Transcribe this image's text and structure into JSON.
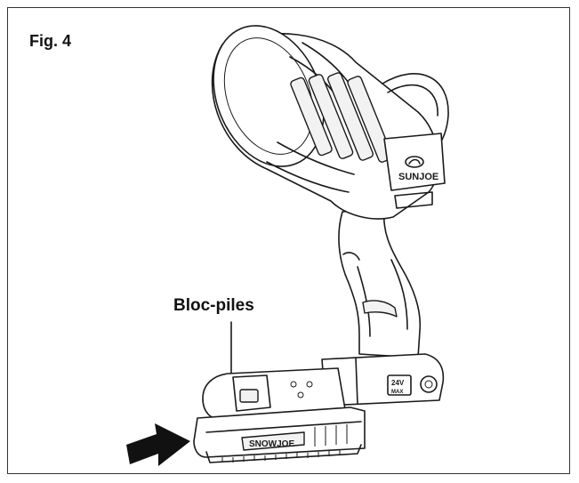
{
  "figure": {
    "title": "Fig. 4",
    "callout_label": "Bloc-piles",
    "head_brand": "SUNJOE",
    "battery_brand": "SNOWJOE",
    "voltage_badge": "24V",
    "voltage_badge_sub": "MAX"
  },
  "icons": [
    "insert-arrow-icon",
    "sunjoe-logo-icon",
    "battery-gauge-icon"
  ]
}
